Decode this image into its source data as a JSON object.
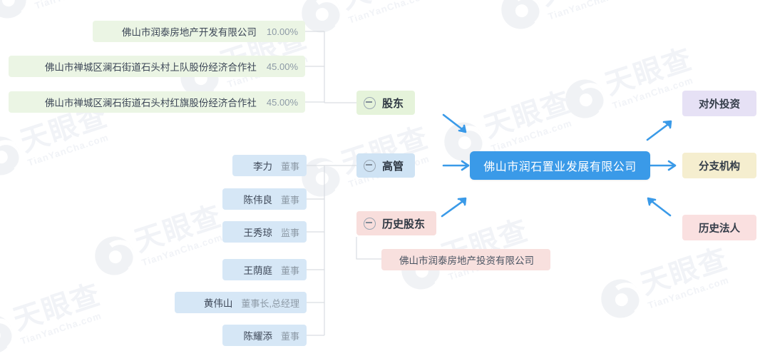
{
  "watermark": {
    "cn": "天眼查",
    "en": "TianYanCha.com"
  },
  "center": {
    "label": "佛山市润石置业发展有限公司",
    "color": "#3a9ae8"
  },
  "categories": {
    "shareholders": {
      "label": "股东",
      "color": "#e5f3da",
      "icon": "minus-circle-icon"
    },
    "executives": {
      "label": "高管",
      "color": "#cfe3f4",
      "icon": "minus-circle-icon"
    },
    "history": {
      "label": "历史股东",
      "color": "#f8dedc",
      "icon": "minus-circle-icon"
    }
  },
  "shareholders": [
    {
      "name": "佛山市润泰房地产开发有限公司",
      "percent": "10.00%"
    },
    {
      "name": "佛山市禅城区澜石街道石头村上队股份经济合作社",
      "percent": "45.00%"
    },
    {
      "name": "佛山市禅城区澜石街道石头村红旗股份经济合作社",
      "percent": "45.00%"
    }
  ],
  "executives": [
    {
      "name": "李力",
      "role": "董事"
    },
    {
      "name": "陈伟良",
      "role": "董事"
    },
    {
      "name": "王秀琼",
      "role": "监事"
    },
    {
      "name": "王荫庭",
      "role": "董事"
    },
    {
      "name": "黄伟山",
      "role": "董事长,总经理"
    },
    {
      "name": "陈耀添",
      "role": "董事"
    }
  ],
  "history_shareholders": [
    {
      "name": "佛山市润泰房地产投资有限公司"
    }
  ],
  "right_nodes": [
    {
      "label": "对外投资",
      "color": "#e6e1f5"
    },
    {
      "label": "分支机构",
      "color": "#f5eecf"
    },
    {
      "label": "历史法人",
      "color": "#fae0e0"
    }
  ],
  "arrows": {
    "shareholders_to_center": "arrow-down-right-icon",
    "executives_to_center": "arrow-right-icon",
    "history_to_center": "arrow-up-right-icon",
    "center_to_investment": "arrow-up-right-icon",
    "center_to_branch": "arrow-right-icon",
    "legal_to_center": "arrow-up-left-icon"
  }
}
